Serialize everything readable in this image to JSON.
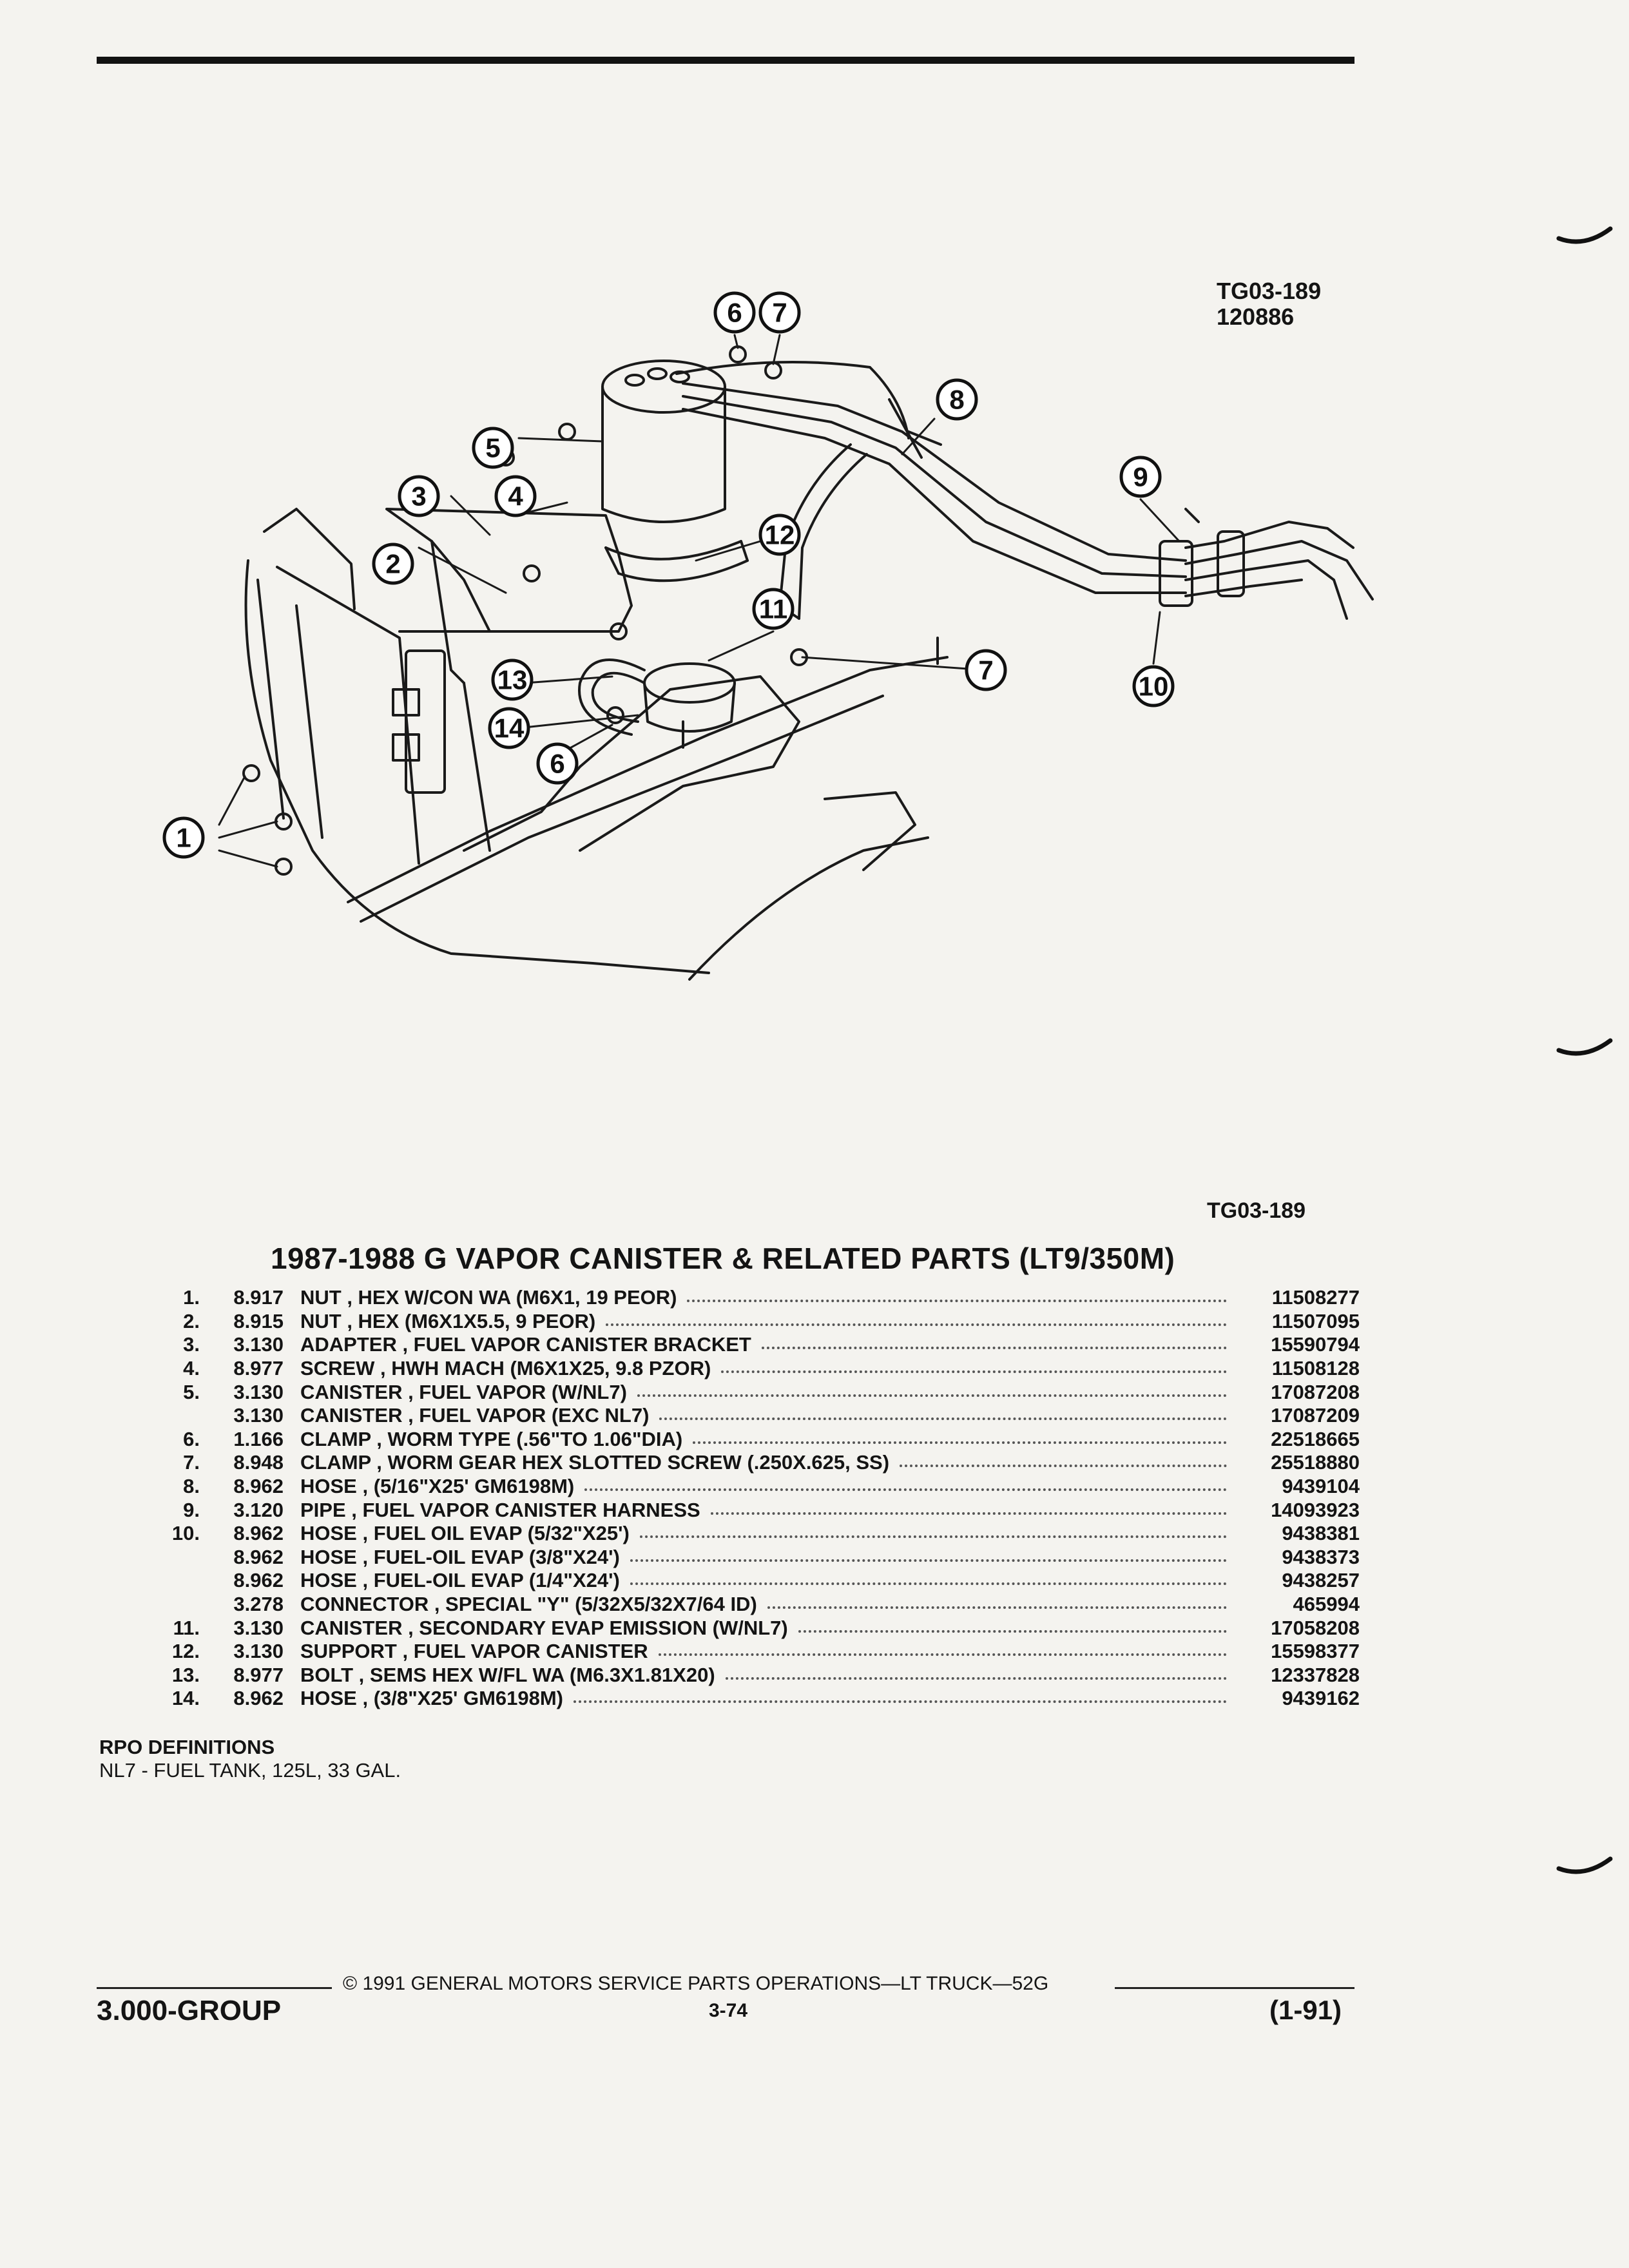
{
  "figure": {
    "id_line1": "TG03-189",
    "id_line2": "120886",
    "reference": "TG03-189",
    "callouts": [
      "1",
      "2",
      "3",
      "4",
      "5",
      "6",
      "6",
      "7",
      "7",
      "8",
      "9",
      "10",
      "11",
      "12",
      "13",
      "14"
    ]
  },
  "title": "1987-1988 G VAPOR CANISTER & RELATED PARTS (LT9/350M)",
  "parts": [
    {
      "item": "1.",
      "group": "8.917",
      "description": "NUT , HEX W/CON WA (M6X1, 19 PEOR)",
      "part_number": "11508277"
    },
    {
      "item": "2.",
      "group": "8.915",
      "description": "NUT , HEX (M6X1X5.5, 9 PEOR)",
      "part_number": "11507095"
    },
    {
      "item": "3.",
      "group": "3.130",
      "description": "ADAPTER , FUEL VAPOR CANISTER BRACKET",
      "part_number": "15590794"
    },
    {
      "item": "4.",
      "group": "8.977",
      "description": "SCREW , HWH MACH (M6X1X25, 9.8 PZOR)",
      "part_number": "11508128"
    },
    {
      "item": "5.",
      "group": "3.130",
      "description": "CANISTER , FUEL VAPOR (W/NL7)",
      "part_number": "17087208"
    },
    {
      "item": "",
      "group": "3.130",
      "description": "CANISTER , FUEL VAPOR (EXC NL7)",
      "part_number": "17087209"
    },
    {
      "item": "6.",
      "group": "1.166",
      "description": "CLAMP , WORM TYPE (.56\"TO 1.06\"DIA)",
      "part_number": "22518665"
    },
    {
      "item": "7.",
      "group": "8.948",
      "description": "CLAMP , WORM GEAR HEX SLOTTED SCREW (.250X.625, SS)",
      "part_number": "25518880"
    },
    {
      "item": "8.",
      "group": "8.962",
      "description": "HOSE , (5/16\"X25' GM6198M)",
      "part_number": "9439104"
    },
    {
      "item": "9.",
      "group": "3.120",
      "description": "PIPE , FUEL VAPOR CANISTER HARNESS",
      "part_number": "14093923"
    },
    {
      "item": "10.",
      "group": "8.962",
      "description": "HOSE , FUEL OIL EVAP (5/32\"X25')",
      "part_number": "9438381"
    },
    {
      "item": "",
      "group": "8.962",
      "description": "HOSE , FUEL-OIL EVAP (3/8\"X24')",
      "part_number": "9438373"
    },
    {
      "item": "",
      "group": "8.962",
      "description": "HOSE , FUEL-OIL EVAP (1/4\"X24')",
      "part_number": "9438257"
    },
    {
      "item": "",
      "group": "3.278",
      "description": "CONNECTOR , SPECIAL \"Y\" (5/32X5/32X7/64 ID)",
      "part_number": "465994"
    },
    {
      "item": "11.",
      "group": "3.130",
      "description": "CANISTER , SECONDARY EVAP EMISSION (W/NL7)",
      "part_number": "17058208"
    },
    {
      "item": "12.",
      "group": "3.130",
      "description": "SUPPORT , FUEL VAPOR CANISTER",
      "part_number": "15598377"
    },
    {
      "item": "13.",
      "group": "8.977",
      "description": "BOLT , SEMS HEX W/FL WA (M6.3X1.81X20)",
      "part_number": "12337828"
    },
    {
      "item": "14.",
      "group": "8.962",
      "description": "HOSE , (3/8\"X25' GM6198M)",
      "part_number": "9439162"
    }
  ],
  "rpo": {
    "heading": "RPO DEFINITIONS",
    "definition": "NL7 - FUEL TANK, 125L, 33 GAL."
  },
  "footer": {
    "copyright": "© 1991 GENERAL MOTORS SERVICE PARTS OPERATIONS—LT TRUCK—52G",
    "group": "3.000-GROUP",
    "page": "3-74",
    "date": "(1-91)"
  }
}
